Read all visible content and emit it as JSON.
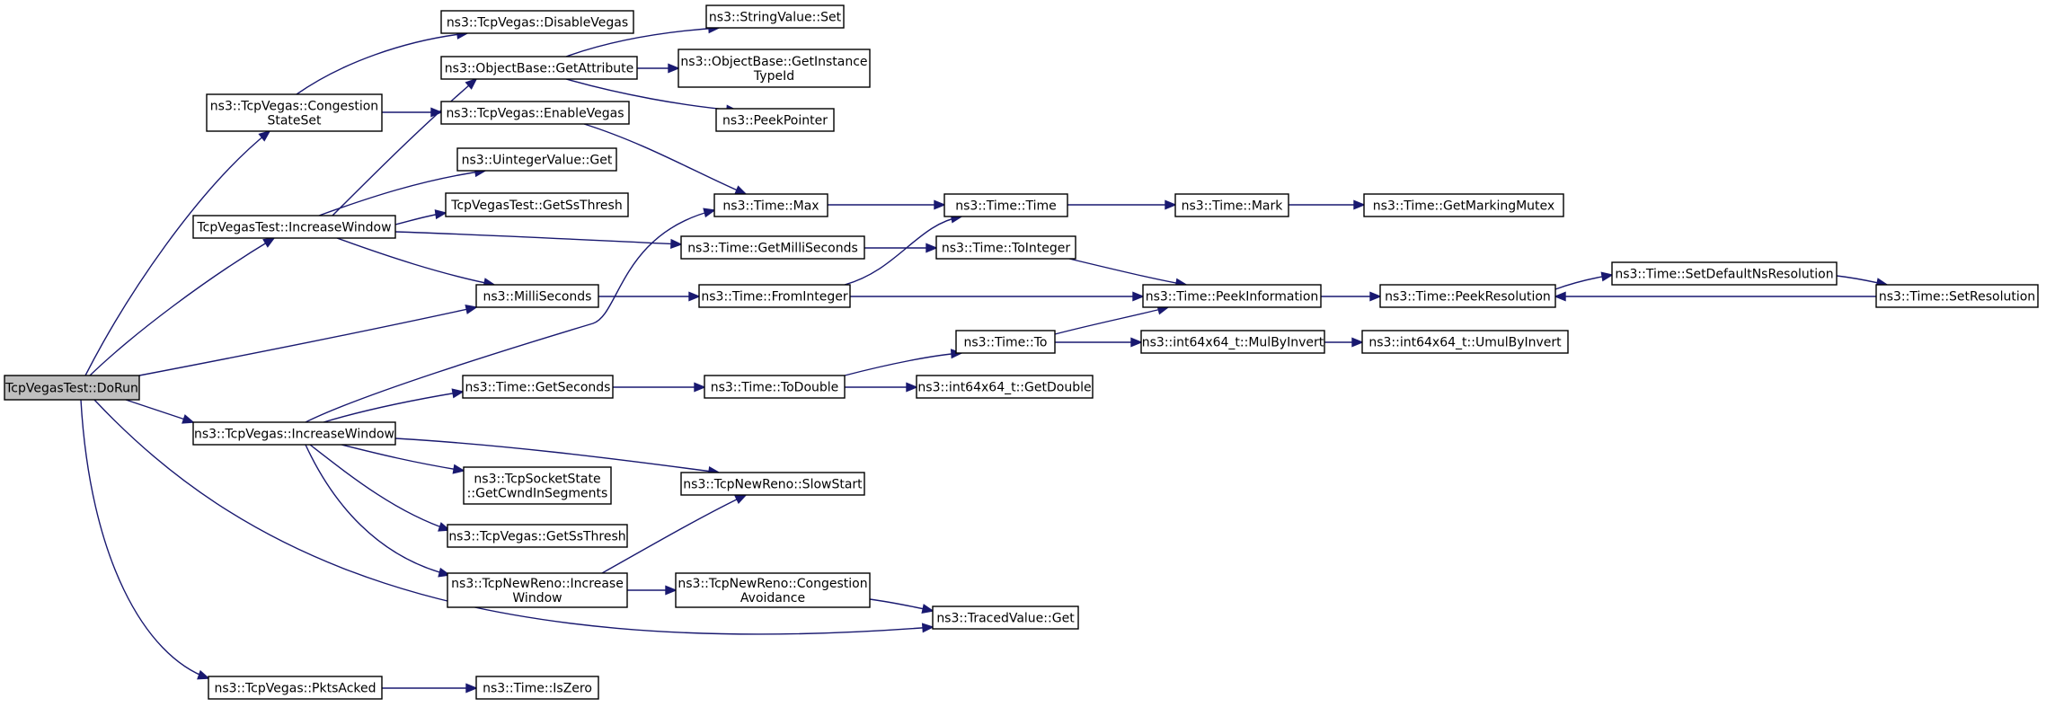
{
  "nodes": [
    {
      "id": "dorun",
      "lines": [
        "TcpVegasTest::DoRun"
      ],
      "root": true
    },
    {
      "id": "congstate",
      "lines": [
        "ns3::TcpVegas::Congestion",
        "StateSet"
      ]
    },
    {
      "id": "disable",
      "lines": [
        "ns3::TcpVegas::DisableVegas"
      ]
    },
    {
      "id": "getattr",
      "lines": [
        "ns3::ObjectBase::GetAttribute"
      ]
    },
    {
      "id": "enable",
      "lines": [
        "ns3::TcpVegas::EnableVegas"
      ]
    },
    {
      "id": "strset",
      "lines": [
        "ns3::StringValue::Set"
      ]
    },
    {
      "id": "getinst",
      "lines": [
        "ns3::ObjectBase::GetInstance",
        "TypeId"
      ]
    },
    {
      "id": "peekptr",
      "lines": [
        "ns3::PeekPointer"
      ]
    },
    {
      "id": "uintget",
      "lines": [
        "ns3::UintegerValue::Get"
      ]
    },
    {
      "id": "testinc",
      "lines": [
        "TcpVegasTest::IncreaseWindow"
      ]
    },
    {
      "id": "testssth",
      "lines": [
        "TcpVegasTest::GetSsThresh"
      ]
    },
    {
      "id": "millis",
      "lines": [
        "ns3::MilliSeconds"
      ]
    },
    {
      "id": "tmax",
      "lines": [
        "ns3::Time::Max"
      ]
    },
    {
      "id": "getms",
      "lines": [
        "ns3::Time::GetMilliSeconds"
      ]
    },
    {
      "id": "fromint",
      "lines": [
        "ns3::Time::FromInteger"
      ]
    },
    {
      "id": "ttime",
      "lines": [
        "ns3::Time::Time"
      ]
    },
    {
      "id": "toint",
      "lines": [
        "ns3::Time::ToInteger"
      ]
    },
    {
      "id": "mark",
      "lines": [
        "ns3::Time::Mark"
      ]
    },
    {
      "id": "markmutex",
      "lines": [
        "ns3::Time::GetMarkingMutex"
      ]
    },
    {
      "id": "peekinfo",
      "lines": [
        "ns3::Time::PeekInformation"
      ]
    },
    {
      "id": "peekres",
      "lines": [
        "ns3::Time::PeekResolution"
      ]
    },
    {
      "id": "setdefns",
      "lines": [
        "ns3::Time::SetDefaultNsResolution"
      ]
    },
    {
      "id": "setres",
      "lines": [
        "ns3::Time::SetResolution"
      ]
    },
    {
      "id": "tto",
      "lines": [
        "ns3::Time::To"
      ]
    },
    {
      "id": "mulinv",
      "lines": [
        "ns3::int64x64_t::MulByInvert"
      ]
    },
    {
      "id": "umulinv",
      "lines": [
        "ns3::int64x64_t::UmulByInvert"
      ]
    },
    {
      "id": "getsec",
      "lines": [
        "ns3::Time::GetSeconds"
      ]
    },
    {
      "id": "todbl",
      "lines": [
        "ns3::Time::ToDouble"
      ]
    },
    {
      "id": "getdbl",
      "lines": [
        "ns3::int64x64_t::GetDouble"
      ]
    },
    {
      "id": "vegasinc",
      "lines": [
        "ns3::TcpVegas::IncreaseWindow"
      ]
    },
    {
      "id": "cwndseg",
      "lines": [
        "ns3::TcpSocketState",
        "::GetCwndInSegments"
      ]
    },
    {
      "id": "slowstart",
      "lines": [
        "ns3::TcpNewReno::SlowStart"
      ]
    },
    {
      "id": "vegasssth",
      "lines": [
        "ns3::TcpVegas::GetSsThresh"
      ]
    },
    {
      "id": "renoinc",
      "lines": [
        "ns3::TcpNewReno::Increase",
        "Window"
      ]
    },
    {
      "id": "congavoid",
      "lines": [
        "ns3::TcpNewReno::Congestion",
        "Avoidance"
      ]
    },
    {
      "id": "tracedget",
      "lines": [
        "ns3::TracedValue::Get"
      ]
    },
    {
      "id": "pktsacked",
      "lines": [
        "ns3::TcpVegas::PktsAcked"
      ]
    },
    {
      "id": "iszero",
      "lines": [
        "ns3::Time::IsZero"
      ]
    }
  ],
  "edges": [
    [
      "dorun",
      "congstate"
    ],
    [
      "dorun",
      "testinc"
    ],
    [
      "dorun",
      "millis"
    ],
    [
      "dorun",
      "vegasinc"
    ],
    [
      "dorun",
      "tracedget"
    ],
    [
      "dorun",
      "pktsacked"
    ],
    [
      "congstate",
      "disable"
    ],
    [
      "congstate",
      "enable"
    ],
    [
      "getattr",
      "strset"
    ],
    [
      "getattr",
      "getinst"
    ],
    [
      "getattr",
      "peekptr"
    ],
    [
      "enable",
      "tmax"
    ],
    [
      "testinc",
      "getattr"
    ],
    [
      "testinc",
      "uintget"
    ],
    [
      "testinc",
      "testssth"
    ],
    [
      "testinc",
      "getms"
    ],
    [
      "testinc",
      "millis"
    ],
    [
      "millis",
      "fromint"
    ],
    [
      "tmax",
      "ttime"
    ],
    [
      "getms",
      "toint"
    ],
    [
      "fromint",
      "ttime"
    ],
    [
      "fromint",
      "peekinfo"
    ],
    [
      "ttime",
      "mark"
    ],
    [
      "mark",
      "markmutex"
    ],
    [
      "toint",
      "peekinfo"
    ],
    [
      "peekinfo",
      "peekres"
    ],
    [
      "peekres",
      "setdefns"
    ],
    [
      "setdefns",
      "setres"
    ],
    [
      "setres",
      "peekres"
    ],
    [
      "tto",
      "peekinfo"
    ],
    [
      "tto",
      "mulinv"
    ],
    [
      "mulinv",
      "umulinv"
    ],
    [
      "getsec",
      "todbl"
    ],
    [
      "todbl",
      "tto"
    ],
    [
      "todbl",
      "getdbl"
    ],
    [
      "vegasinc",
      "tmax"
    ],
    [
      "vegasinc",
      "getsec"
    ],
    [
      "vegasinc",
      "cwndseg"
    ],
    [
      "vegasinc",
      "slowstart"
    ],
    [
      "vegasinc",
      "vegasssth"
    ],
    [
      "vegasinc",
      "renoinc"
    ],
    [
      "renoinc",
      "slowstart"
    ],
    [
      "renoinc",
      "congavoid"
    ],
    [
      "congavoid",
      "tracedget"
    ],
    [
      "pktsacked",
      "iszero"
    ]
  ]
}
